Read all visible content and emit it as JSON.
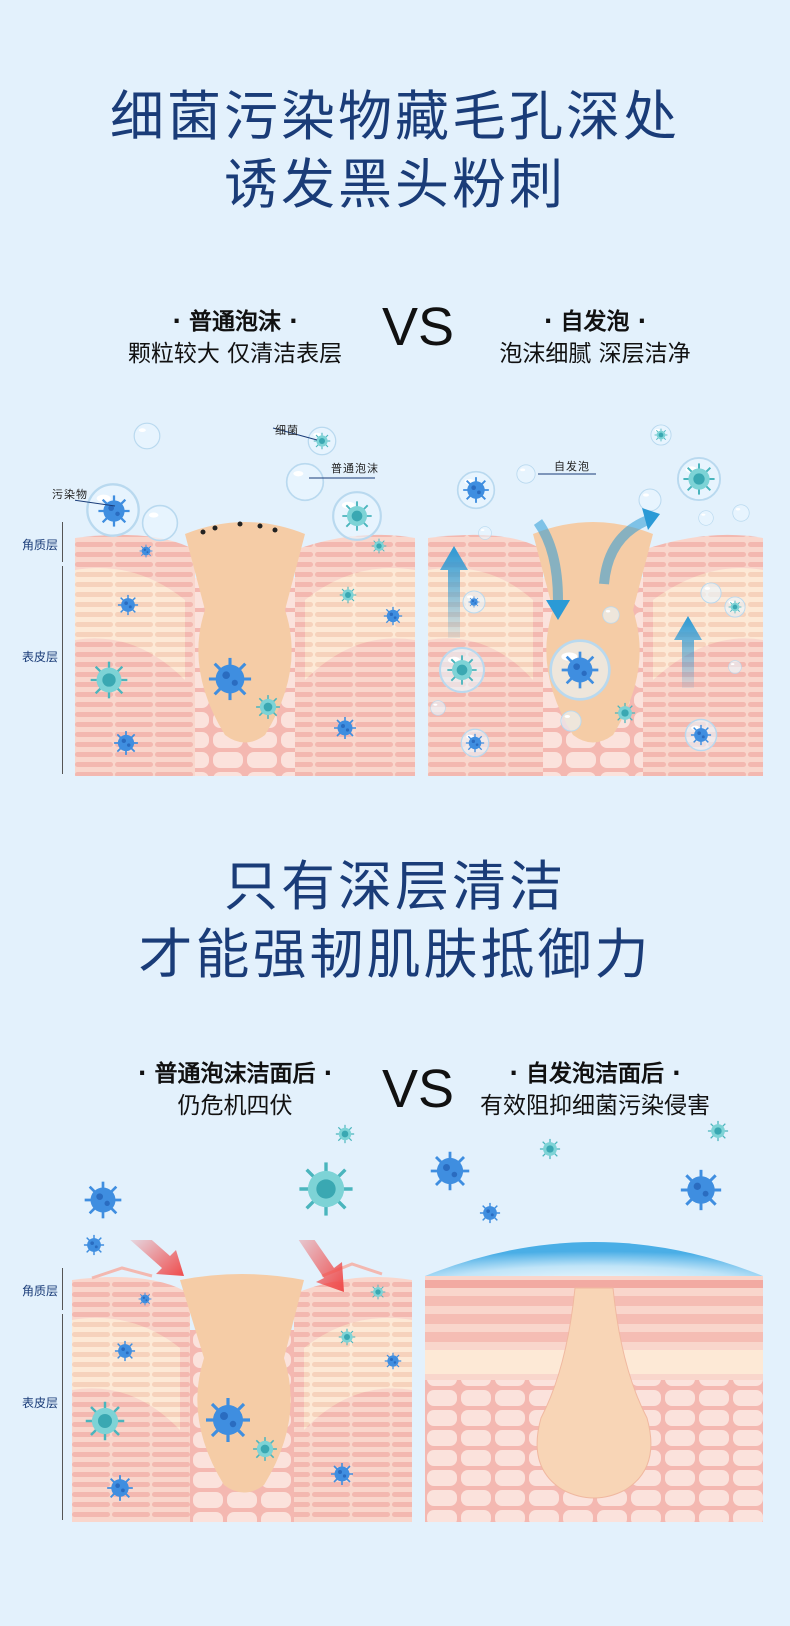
{
  "section1": {
    "headline_line1": "细菌污染物藏毛孔深处",
    "headline_line2": "诱发黑头粉刺",
    "left": {
      "title": "· 普通泡沫 ·",
      "desc": "颗粒较大 仅清洁表层"
    },
    "vs": "VS",
    "right": {
      "title": "· 自发泡 ·",
      "desc": "泡沫细腻 深层洁净"
    },
    "labels": {
      "bacteria": "细菌",
      "regular_foam": "普通泡沫",
      "pollutant": "污染物",
      "self_foam": "自发泡",
      "stratum_corneum": "角质层",
      "epidermis": "表皮层"
    }
  },
  "section2": {
    "headline_line1": "只有深层清洁",
    "headline_line2": "才能强韧肌肤抵御力",
    "left": {
      "title": "· 普通泡沫洁面后 ·",
      "desc": "仍危机四伏"
    },
    "vs": "VS",
    "right": {
      "title": "· 自发泡洁面后 ·",
      "desc": "有效阻抑细菌污染侵害"
    },
    "labels": {
      "stratum_corneum": "角质层",
      "epidermis": "表皮层"
    }
  },
  "colors": {
    "background": "#e3f1fc",
    "headline": "#1a3c78",
    "skin": "#f6c4bc",
    "pore": "#f6cfa8",
    "bacteria_blue": "#3f8ee0",
    "bacteria_teal": "#54c0c8",
    "arrow_red": "#ef4b4b",
    "arrow_blue": "#2b9ad6"
  }
}
